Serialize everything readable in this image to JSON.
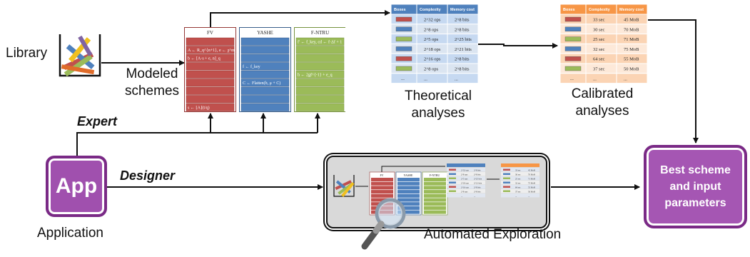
{
  "labels": {
    "library": "Library",
    "modeled_schemes": [
      "Modeled",
      "schemes"
    ],
    "theoretical": [
      "Theoretical",
      "analyses"
    ],
    "calibrated": [
      "Calibrated",
      "analyses"
    ],
    "expert": "Expert",
    "designer": "Designer",
    "application": "Application",
    "automated_exploration": "Automated Exploration",
    "app_icon": "App",
    "best_scheme": "Best scheme and input parameters"
  },
  "schemes": [
    {
      "name": "FV",
      "color": "#c0504d",
      "border": "#953735",
      "formulas": {
        "1": "A ← R_q^{n+1}, e ← χ^m",
        "2": "b ← [A·s + e, n]_q",
        "8": "s ← ⌊A⌋(t/q)"
      }
    },
    {
      "name": "YASHE",
      "color": "#4f81bd",
      "border": "#385d8a",
      "formulas": {
        "3": "f ← f_key",
        "5": "C ← Flatten(b, μ + C)"
      }
    },
    {
      "name": "F-NTRU",
      "color": "#9bbb59",
      "border": "#76923c",
      "formulas": {
        "0": "f' ← f_key, cd ← f·Δf + 1",
        "4": "h ← 2gf^{-1} + e_q"
      }
    }
  ],
  "theoretical_table": {
    "headers": [
      "Boxes",
      "Complexity",
      "Memory cost"
    ],
    "header_color": "#4f81bd",
    "rows": [
      {
        "box_color": "#c0504d",
        "complexity": "2^32 ops",
        "memory": "2^8 bits"
      },
      {
        "box_color": "#4f81bd",
        "complexity": "2^8 ops",
        "memory": "2^8 bits"
      },
      {
        "box_color": "#9bbb59",
        "complexity": "2^5 ops",
        "memory": "2^25 bits"
      },
      {
        "box_color": "#4f81bd",
        "complexity": "2^18 ops",
        "memory": "2^21 bits"
      },
      {
        "box_color": "#c0504d",
        "complexity": "2^16 ops",
        "memory": "2^8 bits"
      },
      {
        "box_color": "#9bbb59",
        "complexity": "2^8 ops",
        "memory": "2^8 bits"
      },
      {
        "box_color": "",
        "complexity": "...",
        "memory": "..."
      }
    ]
  },
  "calibrated_table": {
    "headers": [
      "Boxes",
      "Complexity",
      "Memory cost"
    ],
    "header_color": "#f79646",
    "rows": [
      {
        "box_color": "#c0504d",
        "complexity": "33 sec",
        "memory": "45 MoB"
      },
      {
        "box_color": "#4f81bd",
        "complexity": "30 sec",
        "memory": "70 MoB"
      },
      {
        "box_color": "#9bbb59",
        "complexity": "25 sec",
        "memory": "71 MoB"
      },
      {
        "box_color": "#4f81bd",
        "complexity": "32 sec",
        "memory": "75 MoB"
      },
      {
        "box_color": "#c0504d",
        "complexity": "64 sec",
        "memory": "55 MoB"
      },
      {
        "box_color": "#9bbb59",
        "complexity": "37 sec",
        "memory": "50 MoB"
      },
      {
        "box_color": "",
        "complexity": "...",
        "memory": "..."
      }
    ]
  },
  "colors": {
    "purple": "#a050ae",
    "purple_border": "#7a2a86",
    "arrow": "#111111"
  }
}
